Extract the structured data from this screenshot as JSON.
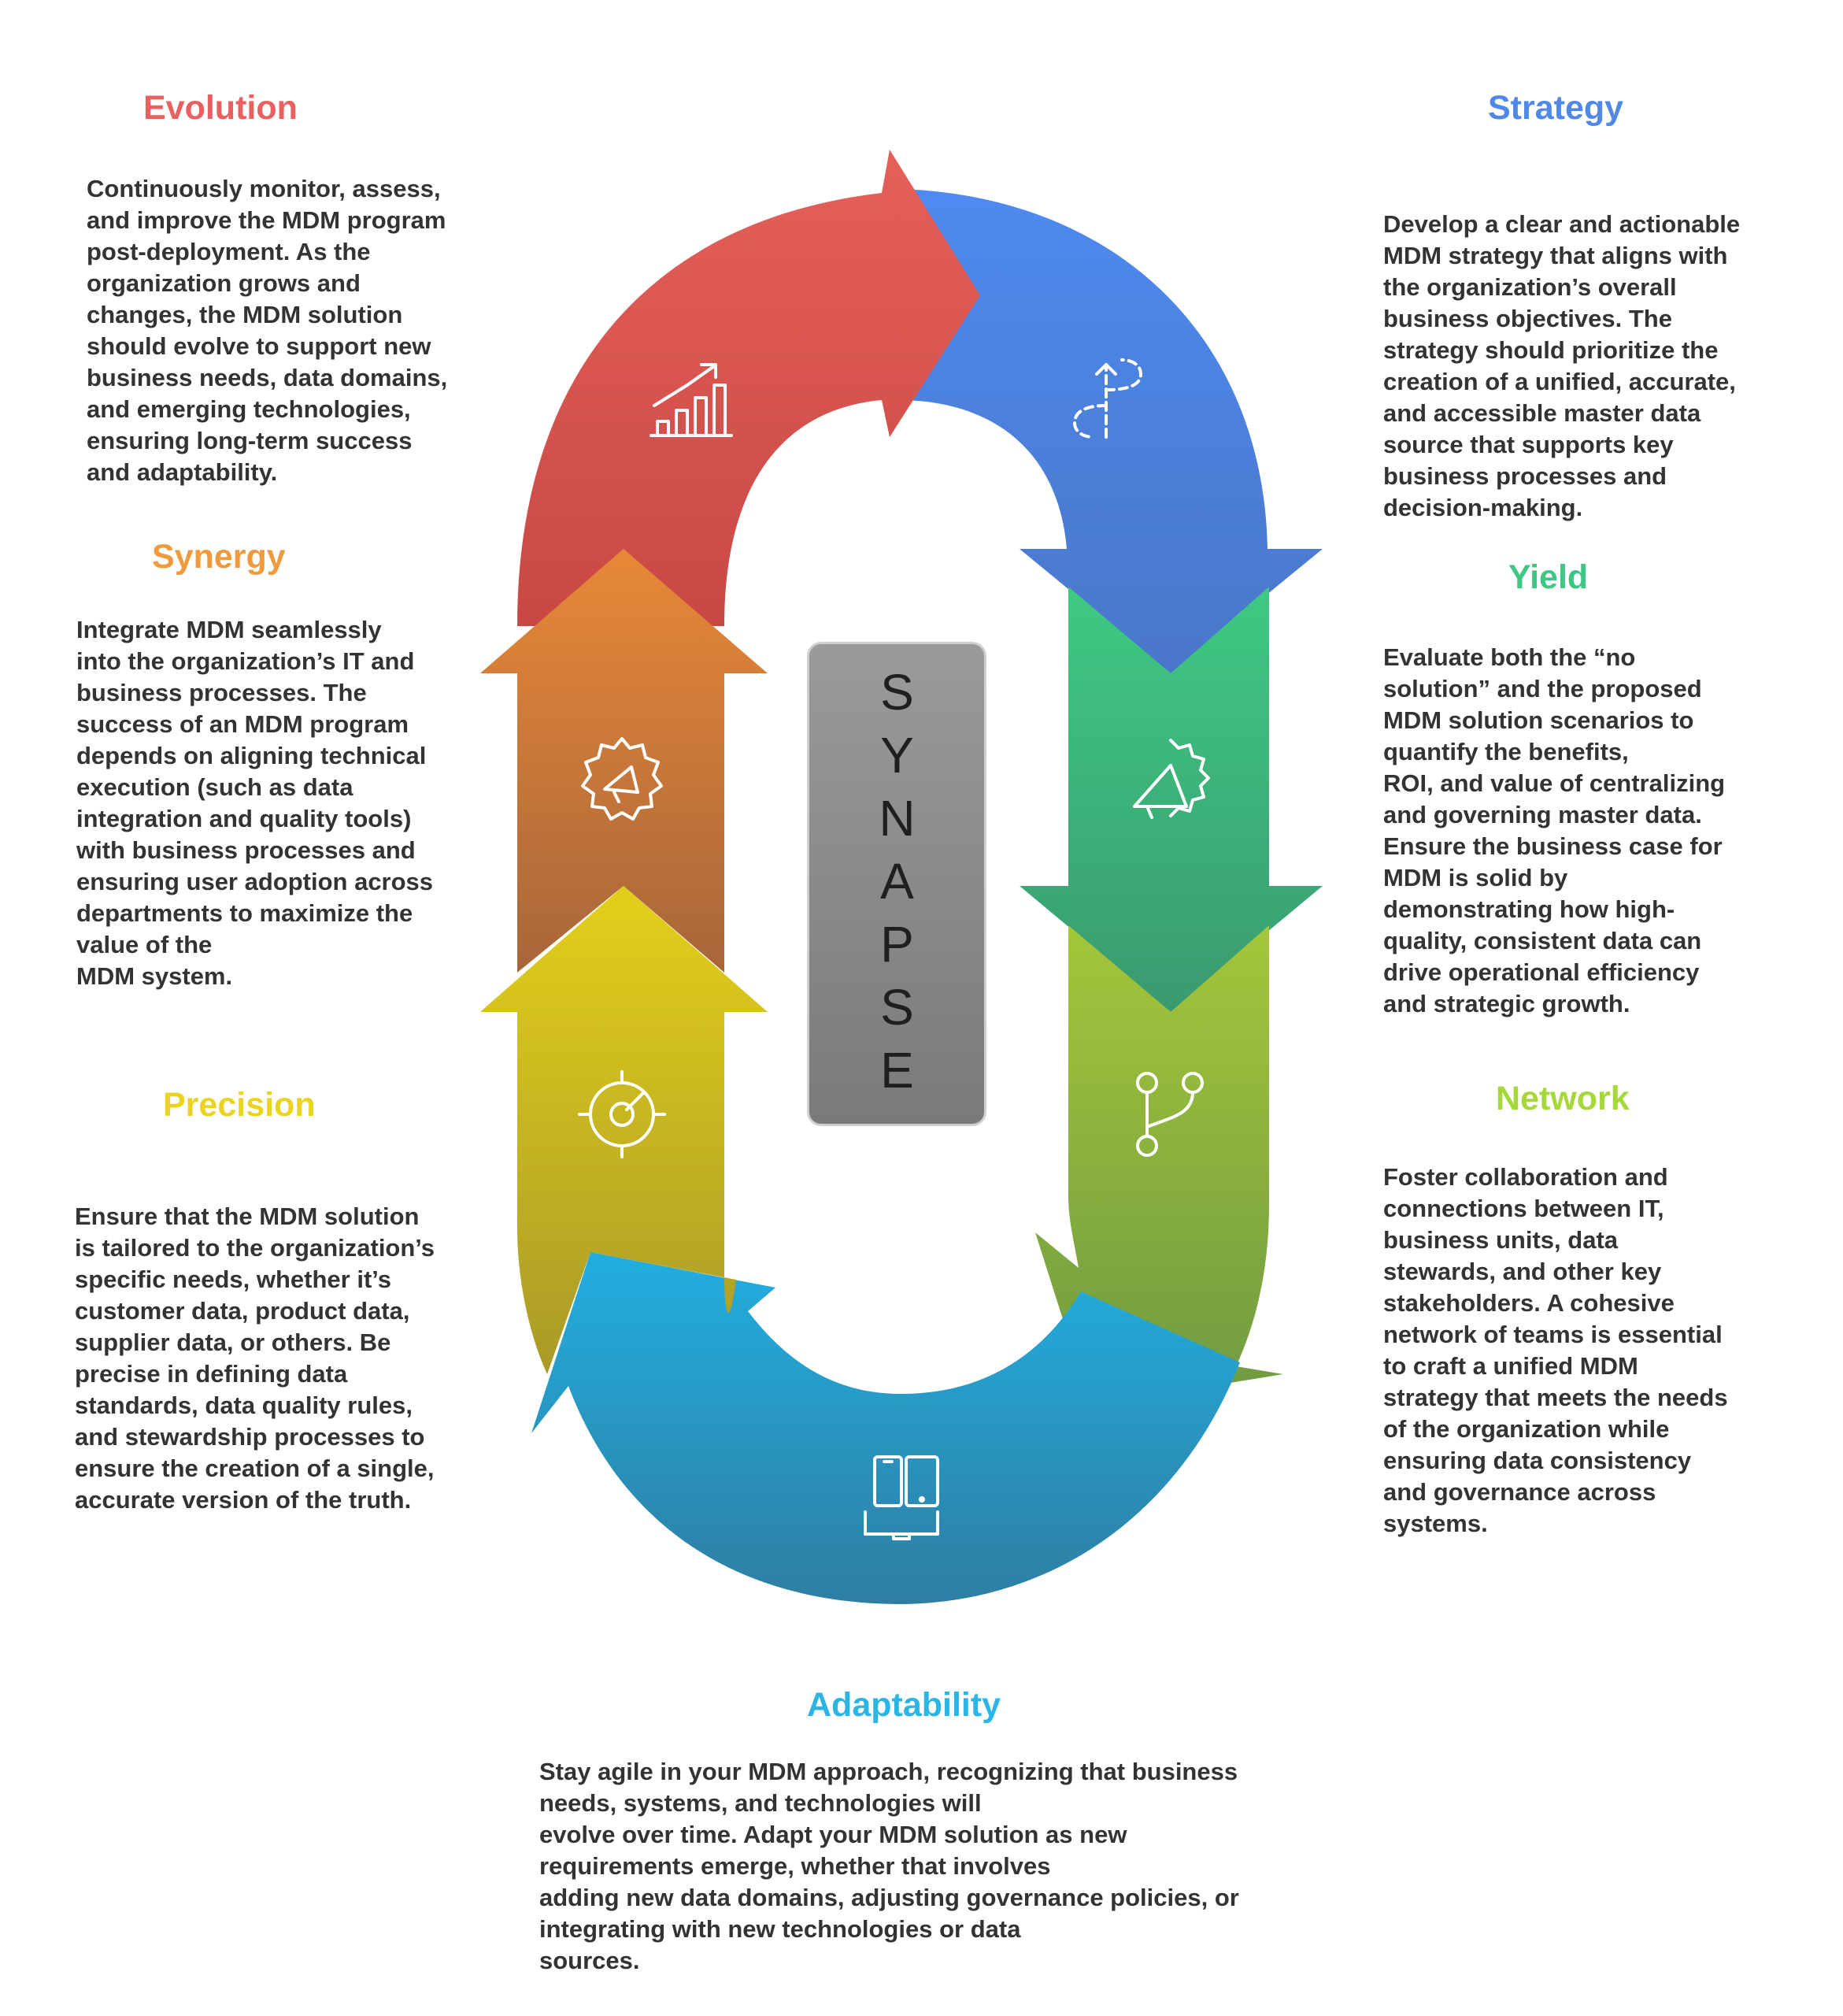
{
  "center": {
    "label": "SYNAPSE"
  },
  "stages": {
    "evolution": {
      "title": "Evolution",
      "color": "#e8605f",
      "icon": "bar-chart-growth-icon",
      "text": "Continuously monitor, assess,\nand improve the MDM program\npost-deployment. As the\norganization grows and\nchanges, the MDM solution\nshould evolve to support new\nbusiness needs, data domains,\nand emerging technologies,\nensuring long-term success\nand adaptability."
    },
    "strategy": {
      "title": "Strategy",
      "color": "#4f88e6",
      "icon": "path-strategy-icon",
      "text": "Develop a clear and actionable\nMDM strategy that aligns with\nthe organization’s overall\nbusiness objectives. The\nstrategy should prioritize the\ncreation of a unified, accurate,\nand accessible master data\nsource that supports key\nbusiness processes and\ndecision-making."
    },
    "synergy": {
      "title": "Synergy",
      "color": "#ee9a3d",
      "icon": "gear-megaphone-icon",
      "text": "Integrate MDM seamlessly\ninto the organization’s IT and\nbusiness processes. The\nsuccess of an MDM program\ndepends on aligning technical\nexecution (such as data\nintegration and quality tools)\nwith business processes and\nensuring user adoption across\ndepartments to maximize the\nvalue of the\nMDM system."
    },
    "yield": {
      "title": "Yield",
      "color": "#3ec784",
      "icon": "badge-megaphone-icon",
      "text": "Evaluate both the “no\nsolution” and the proposed\nMDM solution scenarios to\nquantify the benefits,\nROI, and value of centralizing\nand governing master data.\nEnsure the business case for\nMDM is solid by\ndemonstrating how high-\nquality, consistent data can\ndrive operational efficiency\nand strategic growth."
    },
    "precision": {
      "title": "Precision",
      "color": "#ecd320",
      "icon": "target-crosshair-icon",
      "text": "Ensure that the MDM solution\nis tailored to the organization’s\nspecific needs, whether it’s\ncustomer data, product data,\nsupplier data, or others. Be\nprecise in defining data\nstandards, data quality rules,\nand stewardship processes to\nensure the creation of a single,\naccurate version of the truth."
    },
    "network": {
      "title": "Network",
      "color": "#a6d83a",
      "icon": "branch-network-icon",
      "text": "Foster collaboration and\nconnections between IT,\nbusiness units, data\nstewards, and other key\n stakeholders. A cohesive\nnetwork of teams is essential\nto craft a unified MDM\nstrategy that meets the needs\nof the organization while\nensuring data consistency\nand governance across\nsystems."
    },
    "adaptability": {
      "title": "Adaptability",
      "color": "#29b5e6",
      "icon": "devices-icon",
      "text": "Stay agile in your MDM approach, recognizing that business\nneeds, systems, and technologies will\nevolve over time. Adapt your MDM solution as new\nrequirements emerge, whether that involves\nadding new data domains, adjusting governance policies, or\nintegrating with new technologies or data\nsources."
    }
  }
}
